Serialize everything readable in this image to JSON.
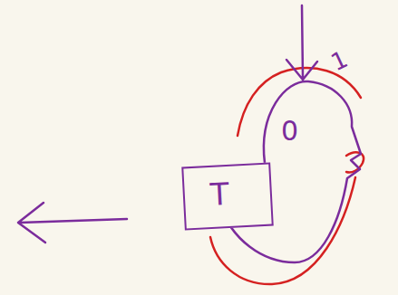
{
  "diagram": {
    "nodes": [
      {
        "text": [
          "0"
        ]
      },
      {
        "text": [
          "T"
        ]
      }
    ],
    "edges": [],
    "labels": [
      "1"
    ]
  }
}
